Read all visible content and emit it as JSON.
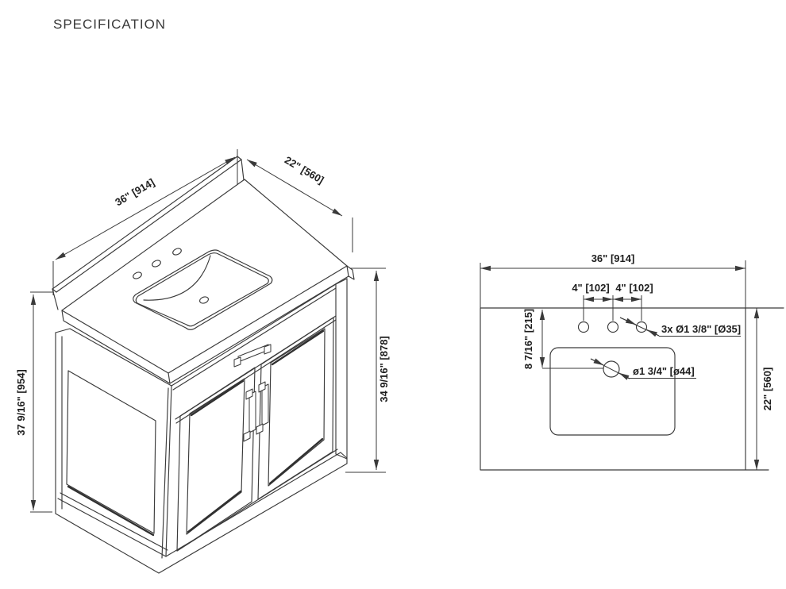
{
  "page": {
    "title": "SPECIFICATION"
  },
  "colors": {
    "line": "#3a3a3a",
    "text": "#1e1e1e",
    "background": "#ffffff"
  },
  "iso_view": {
    "label": "vanity-isometric-view",
    "dim_width": "36\" [914]",
    "dim_depth": "22\" [560]",
    "dim_height_total": "37 9/16\" [954]",
    "dim_height_counter": "34 9/16\" [878]"
  },
  "top_view": {
    "label": "countertop-top-view",
    "dim_width": "36\" [914]",
    "dim_depth": "22\" [560]",
    "dim_hole_spacing_left": "4\" [102]",
    "dim_hole_spacing_right": "4\" [102]",
    "dim_drain_setback": "8 7/16\" [215]",
    "callout_faucet_holes": "3x Ø1 3/8\" [Ø35]",
    "callout_drain": "ø1 3/4\" [ø44]"
  }
}
